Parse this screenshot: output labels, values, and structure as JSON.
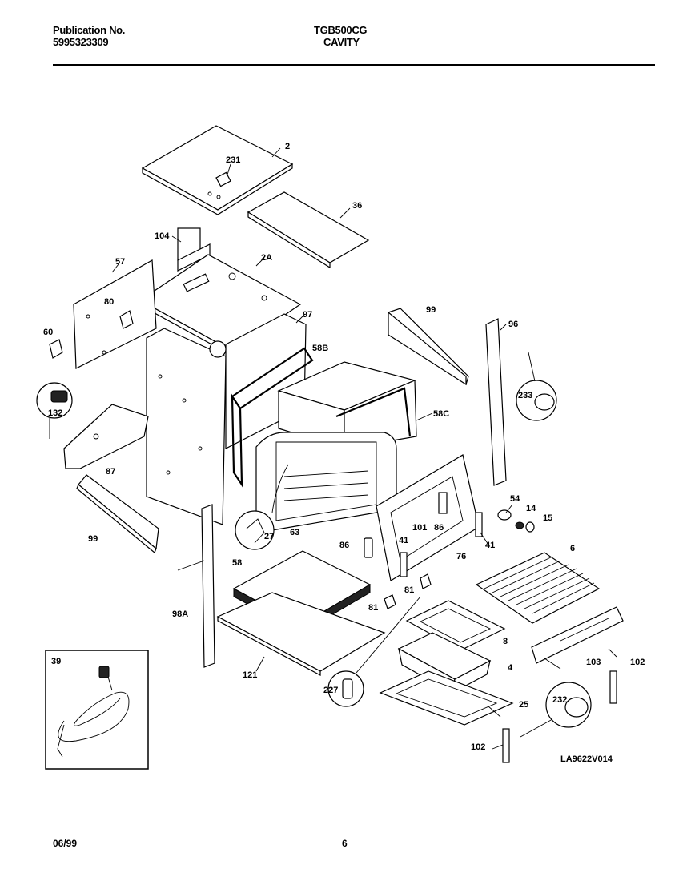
{
  "header": {
    "publication_label": "Publication No.",
    "publication_number": "5995323309",
    "model": "TGB500CG",
    "section": "CAVITY"
  },
  "diagram": {
    "code": "LA9622V014",
    "callouts": [
      "2",
      "231",
      "36",
      "104",
      "2A",
      "57",
      "80",
      "60",
      "97",
      "99",
      "96",
      "58B",
      "58C",
      "233",
      "132",
      "87",
      "63",
      "27",
      "99",
      "54",
      "14",
      "15",
      "101",
      "86",
      "41",
      "86",
      "41",
      "76",
      "6",
      "58",
      "98A",
      "81",
      "81",
      "8",
      "4",
      "103",
      "102",
      "121",
      "227",
      "232",
      "25",
      "102",
      "39"
    ]
  },
  "footer": {
    "date": "06/99",
    "page": "6"
  },
  "colors": {
    "ink": "#000000",
    "paper": "#ffffff"
  }
}
